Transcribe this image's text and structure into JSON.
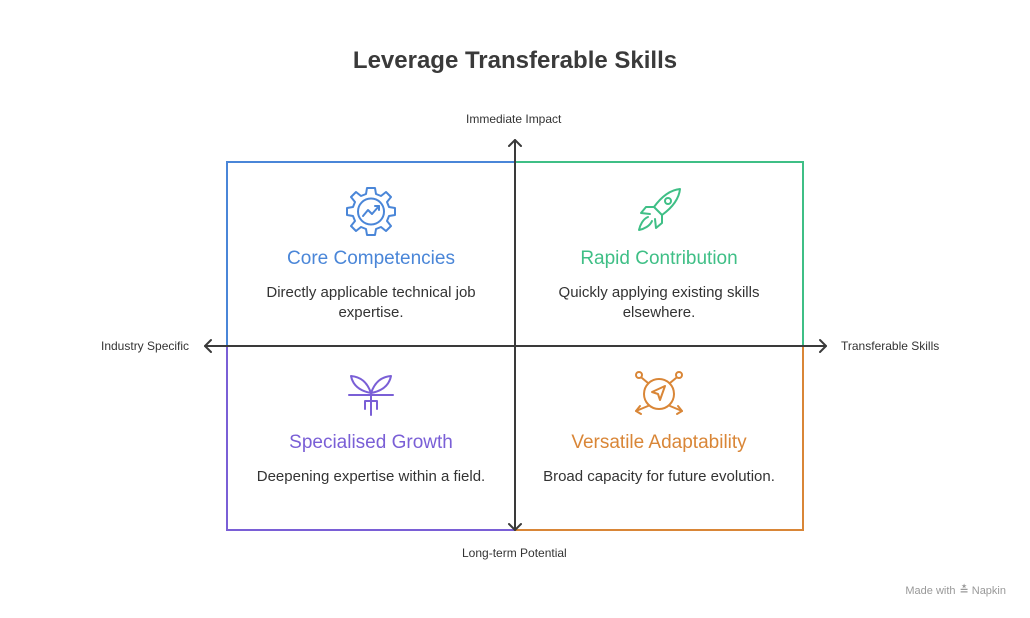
{
  "title": "Leverage Transferable Skills",
  "axes": {
    "top": "Immediate Impact",
    "bottom": "Long-term Potential",
    "left": "Industry Specific",
    "right": "Transferable Skills"
  },
  "quadrants": {
    "top_left": {
      "title": "Core Competencies",
      "description": "Directly applicable technical job expertise.",
      "icon": "gear-chart-icon",
      "color": "#4a86d8"
    },
    "top_right": {
      "title": "Rapid Contribution",
      "description": "Quickly applying existing skills elsewhere.",
      "icon": "rocket-icon",
      "color": "#3fbf86"
    },
    "bottom_left": {
      "title": "Specialised Growth",
      "description": "Deepening expertise within a field.",
      "icon": "sprout-icon",
      "color": "#7a5fd6"
    },
    "bottom_right": {
      "title": "Versatile Adaptability",
      "description": "Broad capacity for future evolution.",
      "icon": "compass-arrows-icon",
      "color": "#d98637"
    }
  },
  "credit": {
    "prefix": "Made with",
    "brand": "Napkin"
  }
}
